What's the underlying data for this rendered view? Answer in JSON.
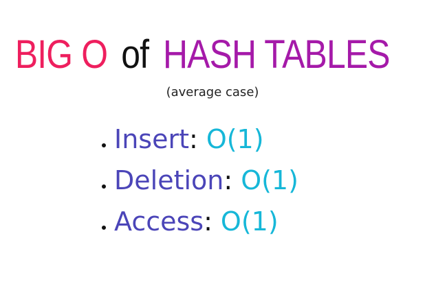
{
  "title": {
    "part1": "BIG O",
    "part2": "of",
    "part3": "HASH TABLES"
  },
  "subtitle": "(average case)",
  "operations": [
    {
      "name": "Insert",
      "complexity": "O(1)"
    },
    {
      "name": "Deletion",
      "complexity": "O(1)"
    },
    {
      "name": "Access",
      "complexity": "O(1)"
    }
  ],
  "colors": {
    "big_o": "#ee1f5e",
    "of": "#111111",
    "hash_tables": "#a51aa9",
    "operation_name": "#4b45b8",
    "complexity": "#16b7d8"
  }
}
